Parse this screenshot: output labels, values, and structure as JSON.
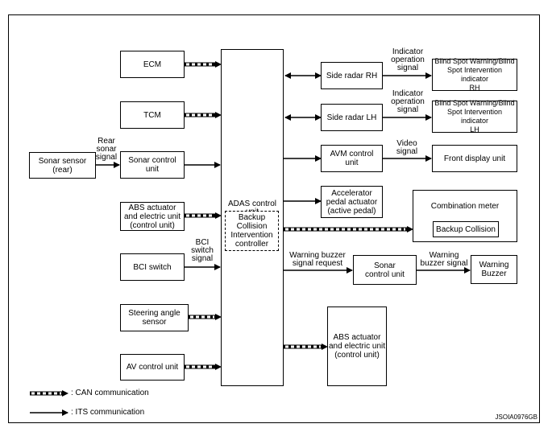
{
  "left_units": {
    "ecm": "ECM",
    "tcm": "TCM",
    "sonar_sensor": "Sonar sensor\n(rear)",
    "sonar_control": "Sonar control\nunit",
    "abs_left": "ABS actuator\nand electric unit\n(control unit)",
    "bci_switch": "BCI switch",
    "steering": "Steering angle\nsensor",
    "av_control": "AV control unit"
  },
  "center": {
    "adas": "ADAS control unit",
    "backup": "Backup\nCollision\nIntervention\ncontroller"
  },
  "right_units": {
    "side_radar_rh": "Side radar RH",
    "side_radar_lh": "Side radar LH",
    "bsw_rh": "Blind Spot Warning/Blind\nSpot Intervention indicator\nRH",
    "bsw_lh": "Blind Spot Warning/Blind\nSpot Intervention indicator\nLH",
    "avm": "AVM control\nunit",
    "front_display": "Front display unit",
    "accelerator": "Accelerator\npedal actuator\n(active pedal)",
    "combination_meter": "Combination meter",
    "backup_collision": "Backup Collision",
    "sonar_control_right": "Sonar\ncontrol unit",
    "warning_buzzer": "Warning\nBuzzer",
    "abs_right": "ABS actuator\nand electric unit\n(control unit)"
  },
  "signals": {
    "rear_sonar": "Rear\nsonar\nsignal",
    "bci_switch_signal": "BCI\nswitch\nsignal",
    "indicator_rh": "Indicator\noperation\nsignal",
    "indicator_lh": "Indicator\noperation\nsignal",
    "video": "Video\nsignal",
    "buzzer_request": "Warning buzzer\nsignal request",
    "buzzer_signal": "Warning\nbuzzer signal"
  },
  "legend": {
    "can": ": CAN communication",
    "its": ": ITS communication"
  },
  "diagram_code": "JSOIA0976GB"
}
